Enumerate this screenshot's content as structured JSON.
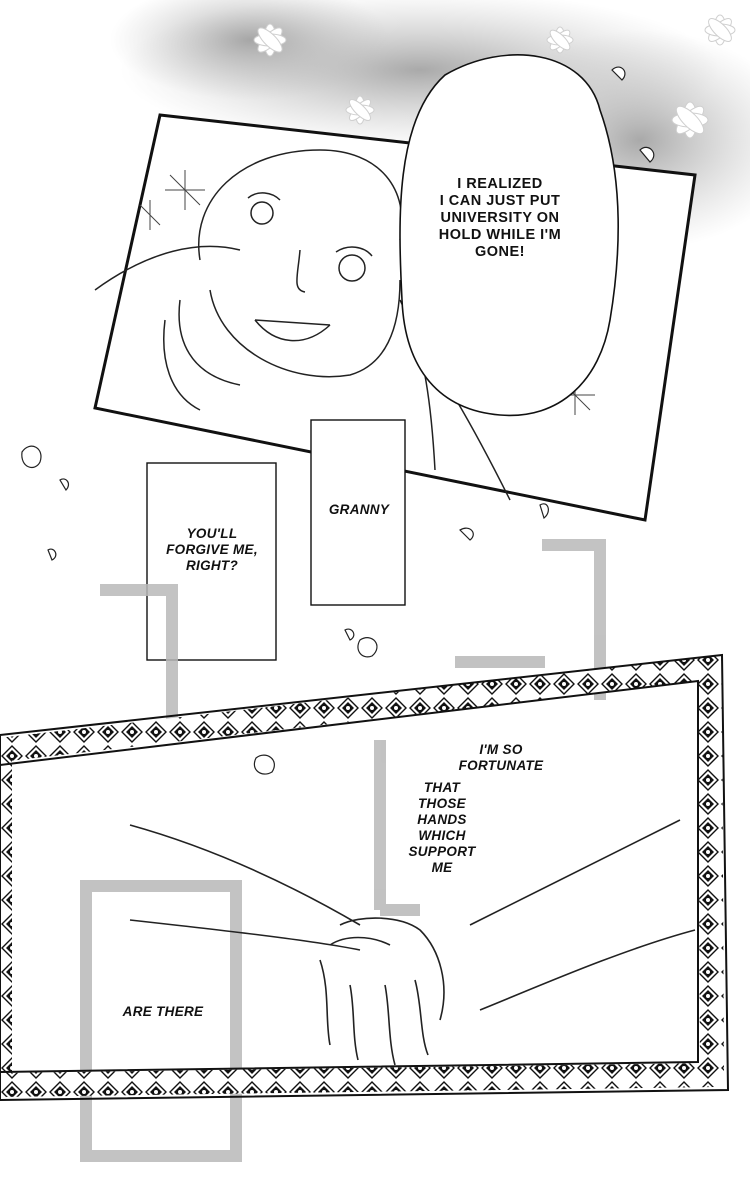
{
  "speech_bubble": {
    "text": "I REALIZED\nI CAN JUST PUT\nUNIVERSITY ON\nHOLD WHILE I'M\nGONE!"
  },
  "captions": {
    "granny": "GRANNY",
    "forgive": "YOU'LL\nFORGIVE ME,\nRIGHT?",
    "fortunate": "I'M SO\nFORTUNATE",
    "those_hands": "THAT\nTHOSE\nHANDS\nWHICH\nSUPPORT\nME",
    "are_there": "ARE THERE"
  },
  "colors": {
    "ink": "#111111",
    "screentone": "#b8b8b8",
    "paper": "#ffffff"
  }
}
